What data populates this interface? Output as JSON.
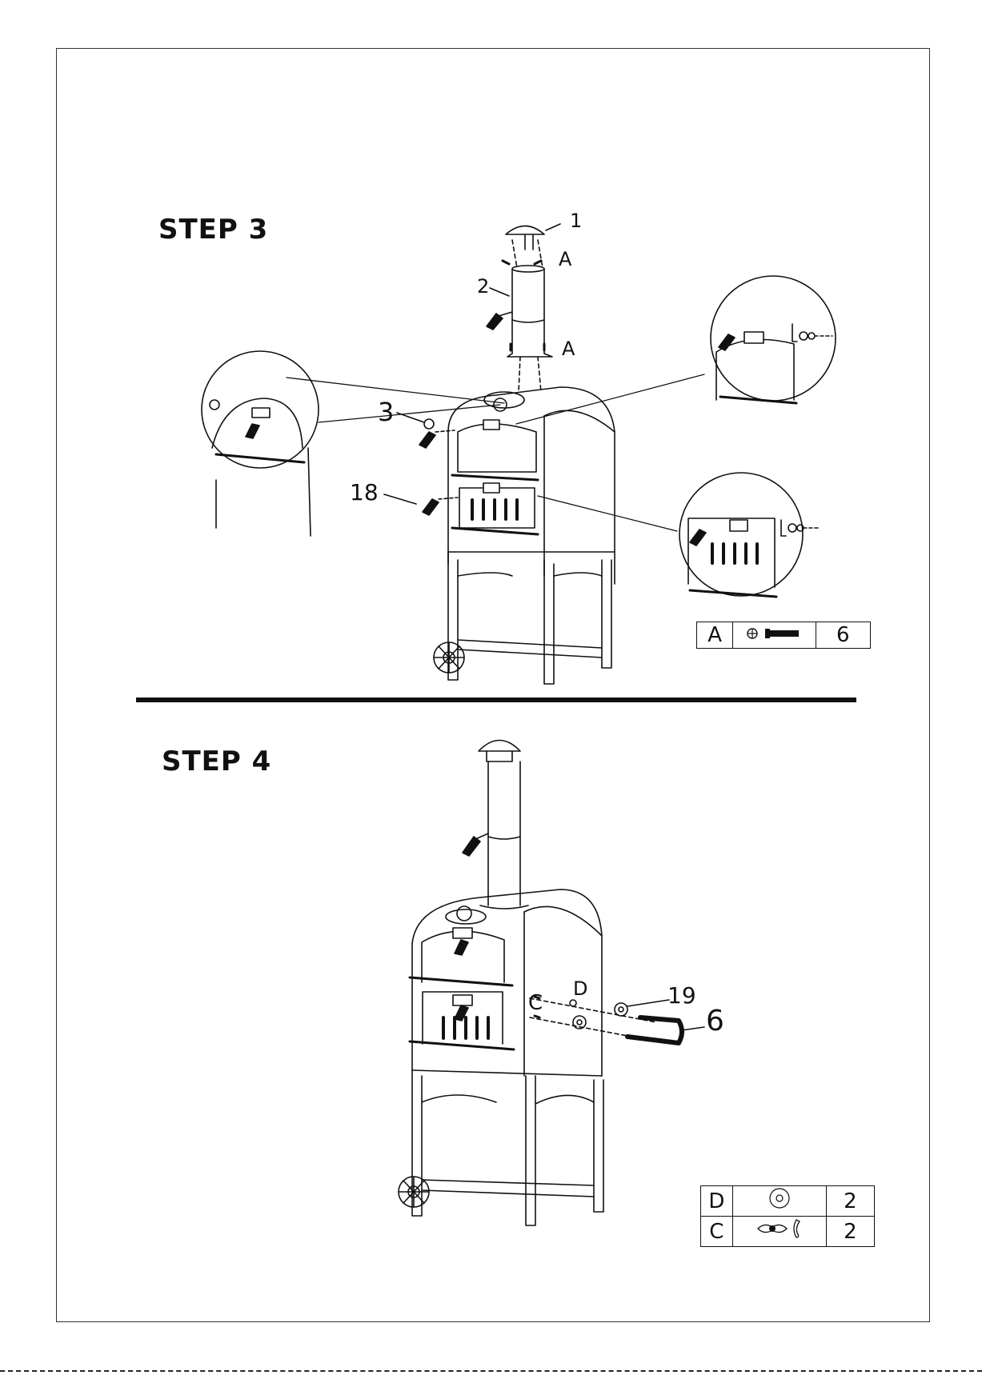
{
  "steps": [
    {
      "title": "STEP 3",
      "callouts": {
        "cap": "1",
        "pipe": "2",
        "ring": "3",
        "handle": "18",
        "screw_top": "A",
        "screw_bottom": "A"
      },
      "parts": [
        {
          "code": "A",
          "icon": "screw-icon",
          "qty": "6"
        }
      ]
    },
    {
      "title": "STEP 4",
      "callouts": {
        "screws": "C",
        "washers": "D",
        "washer_part": "19",
        "side_handle": "6"
      },
      "parts": [
        {
          "code": "D",
          "icon": "washer-icon",
          "qty": "2"
        },
        {
          "code": "C",
          "icon": "wing-nut-icon",
          "qty": "2"
        }
      ]
    }
  ]
}
